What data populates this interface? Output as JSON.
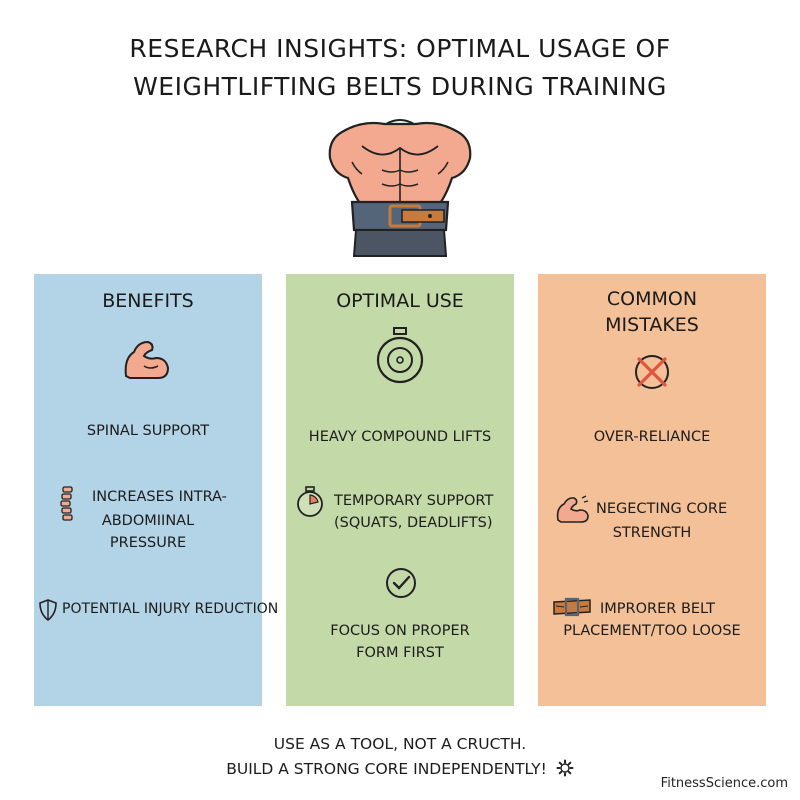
{
  "title": {
    "line1": "RESEARCH INSIGHTS: OPTIMAL USAGE OF",
    "line2": "WEIGHTLIFTING BELTS DURING TRAINING"
  },
  "hero_icon": "muscular-torso-with-belt-icon",
  "columns": {
    "benefits": {
      "title": "BENEFITS",
      "icon": "flexed-bicep-icon",
      "color": "#b3d3e6",
      "items": [
        {
          "text": "SPINAL SUPPORT",
          "icon": ""
        },
        {
          "line1": "INCREASES INTRA-",
          "line2": "ABDOMIINAL",
          "line3": "PRESSURE",
          "icon": "spine-icon"
        },
        {
          "text": "POTENTIAL INJURY REDUCTION",
          "icon": "shield-icon"
        }
      ]
    },
    "optimal": {
      "title": "OPTIMAL USE",
      "icon": "stopwatch-icon",
      "color": "#c3d9a8",
      "items": [
        {
          "text": "HEAVY COMPOUND LIFTS",
          "icon": ""
        },
        {
          "line1": "TEMPORARY SUPPORT",
          "line2": "(SQUATS, DEADLIFTS)",
          "icon": "timer-icon"
        },
        {
          "line1": "FOCUS ON PROPER",
          "line2": "FORM FIRST",
          "icon": "checkmark-circle-icon"
        }
      ]
    },
    "mistakes": {
      "title_line1": "COMMON",
      "title_line2": "MISTAKES",
      "icon": "crossed-out-circle-icon",
      "color": "#f3c097",
      "items": [
        {
          "text": "OVER-RELIANCE",
          "icon": ""
        },
        {
          "line1": "NEGECTING CORE",
          "line2": "STRENGTH",
          "icon": "weak-bicep-icon"
        },
        {
          "line1": "IMPRORER BELT",
          "line2": "PLACEMENT/TOO LOOSE",
          "icon": "loose-belt-icon"
        }
      ]
    }
  },
  "footer": {
    "line1": "USE AS A TOOL, NOT A CRUCTH.",
    "line2": "BUILD A STRONG CORE INDEPENDENTLY!",
    "icon": "gear-icon"
  },
  "credit": "FitnessScience.com"
}
